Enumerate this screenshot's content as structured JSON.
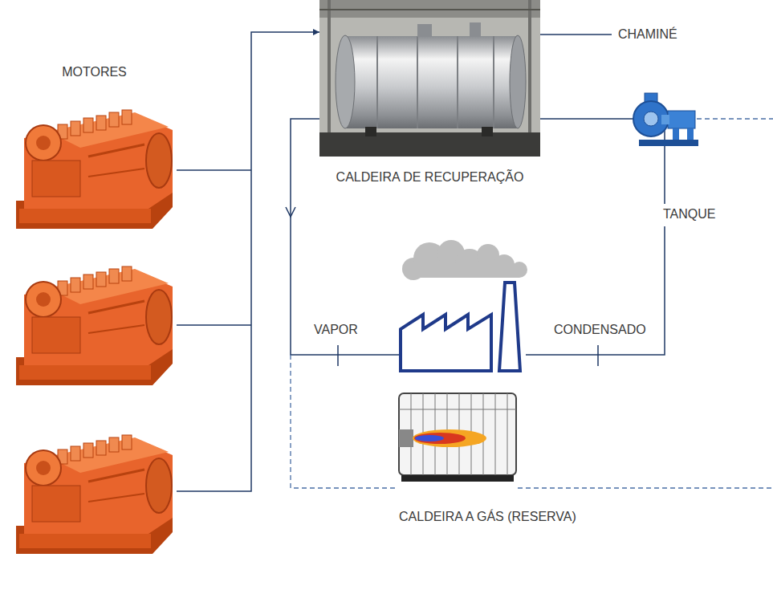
{
  "diagram": {
    "nodes": [
      {
        "text": [
          "MOTORES"
        ]
      },
      {
        "text": [
          "CALDEIRA DE RECUPERAÇÃO"
        ]
      },
      {
        "text": [
          "CHAMINÉ"
        ]
      },
      {
        "text": [
          "TANQUE"
        ]
      },
      {
        "text": [
          "CALDEIRA A GÁS (RESERVA)"
        ]
      }
    ],
    "edges": [
      {
        "from": 0,
        "to": 1,
        "arrow": "to"
      },
      {
        "from": 1,
        "to": 2,
        "arrow": "none"
      },
      {
        "from": 3,
        "to": 1,
        "arrow": "none"
      }
    ],
    "labels": [
      "VAPOR",
      "CONDENSADO"
    ]
  }
}
